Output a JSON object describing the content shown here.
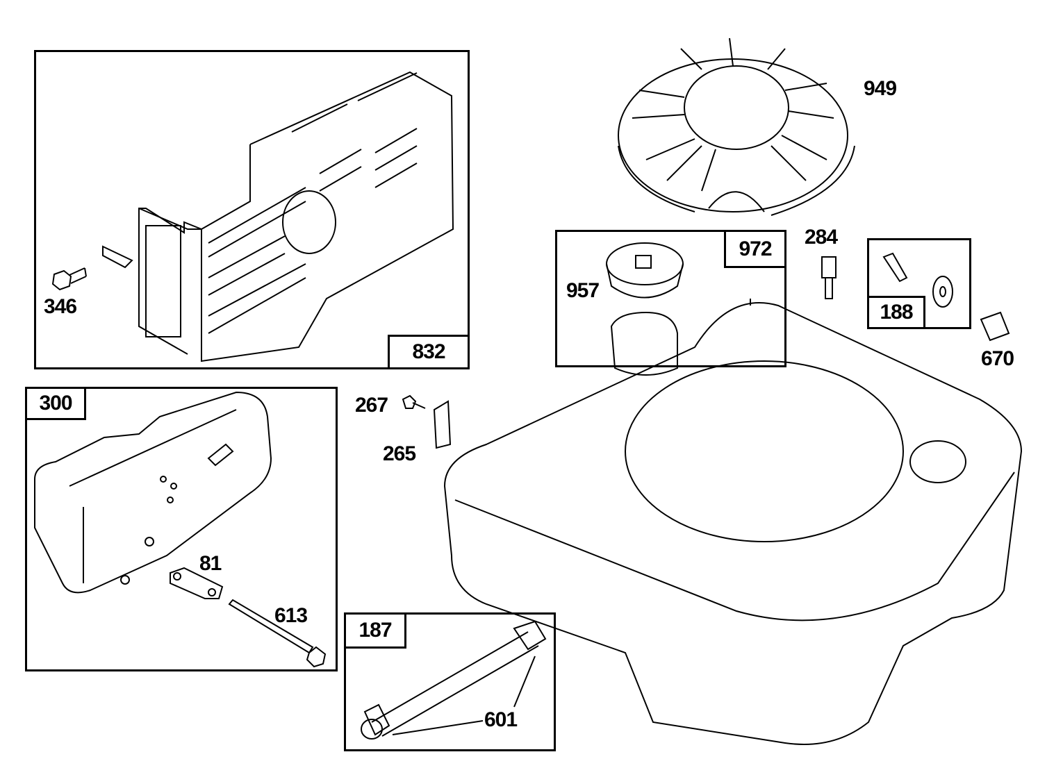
{
  "labels": {
    "l346": "346",
    "l832": "832",
    "l949": "949",
    "l972": "972",
    "l957": "957",
    "l284": "284",
    "l188": "188",
    "l670": "670",
    "l300": "300",
    "l267": "267",
    "l265": "265",
    "l81": "81",
    "l613": "613",
    "l187": "187",
    "l601": "601"
  },
  "colors": {
    "ink": "#000000",
    "paper": "#ffffff"
  }
}
